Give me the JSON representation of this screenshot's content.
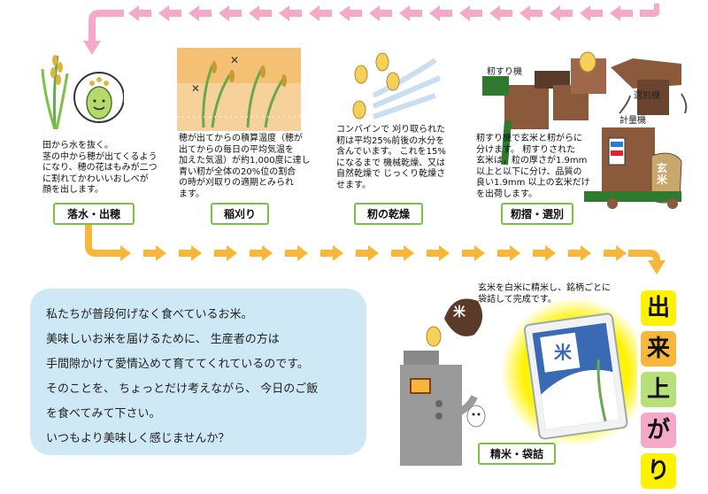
{
  "steps": [
    {
      "label": "落水・出穂",
      "desc": [
        "田から水を抜く。",
        "茎の中から穂が出てくるよう",
        "になり、穂の花はもみが二つ",
        "に割れてかわいいおしべが",
        "顔を出します。"
      ]
    },
    {
      "label": "稲刈り",
      "desc": [
        "穂が出てからの積算温度（穂が",
        "出てからの毎日の平均気温を",
        "加えた気温）が約1,000度に達し",
        "青い籾が全体の20%位の割合",
        "の時が刈取りの適期とみられ",
        "ます。"
      ]
    },
    {
      "label": "籾の乾燥",
      "desc": [
        "コンバインで 刈り取られた",
        "籾は平均25%前後の水分を",
        "含んでいます。 これを15%",
        "になるまで 機械乾燥、又は",
        "自然乾燥で じっくり乾燥さ",
        "せます。"
      ]
    },
    {
      "label": "籾摺・選別",
      "desc": [
        "籾すり機で玄米と籾がらに",
        "分けます。 籾すりされた",
        "玄米は，粒の厚さが1.9mm",
        "以上と以下に分け、品質の",
        "良い1.9mm 以上の玄米だけ",
        "を出荷します。"
      ]
    }
  ],
  "machines": {
    "husker": "籾すり機",
    "sorter": "選別機",
    "scale": "計量機",
    "genmai_bag": "玄米"
  },
  "final": {
    "vertical": [
      "出",
      "来",
      "上",
      "が",
      "り"
    ],
    "desc": [
      "玄米を白米に精米し、銘柄ごとに",
      "袋詰して完成です。"
    ],
    "label": "精米・袋詰",
    "bag_char": "米",
    "sack_char": "米"
  },
  "message": [
    "私たちが普段何げなく食べているお米。",
    "美味しいお米を届けるために、 生産者の方は",
    "手間隙かけて愛情込めて育ててくれているのです。",
    "そのことを、 ちょっとだけ考えながら、 今日のご飯",
    "を食べてみて下さい。",
    "いつもより美味しく感じませんか？"
  ],
  "colors": {
    "pink": "#f5a9c8",
    "orange": "#f6b73c",
    "green": "#7bc142",
    "bubble": "#cfe8f6",
    "yellow": "#fff200",
    "machine": "#8b5a3c"
  }
}
